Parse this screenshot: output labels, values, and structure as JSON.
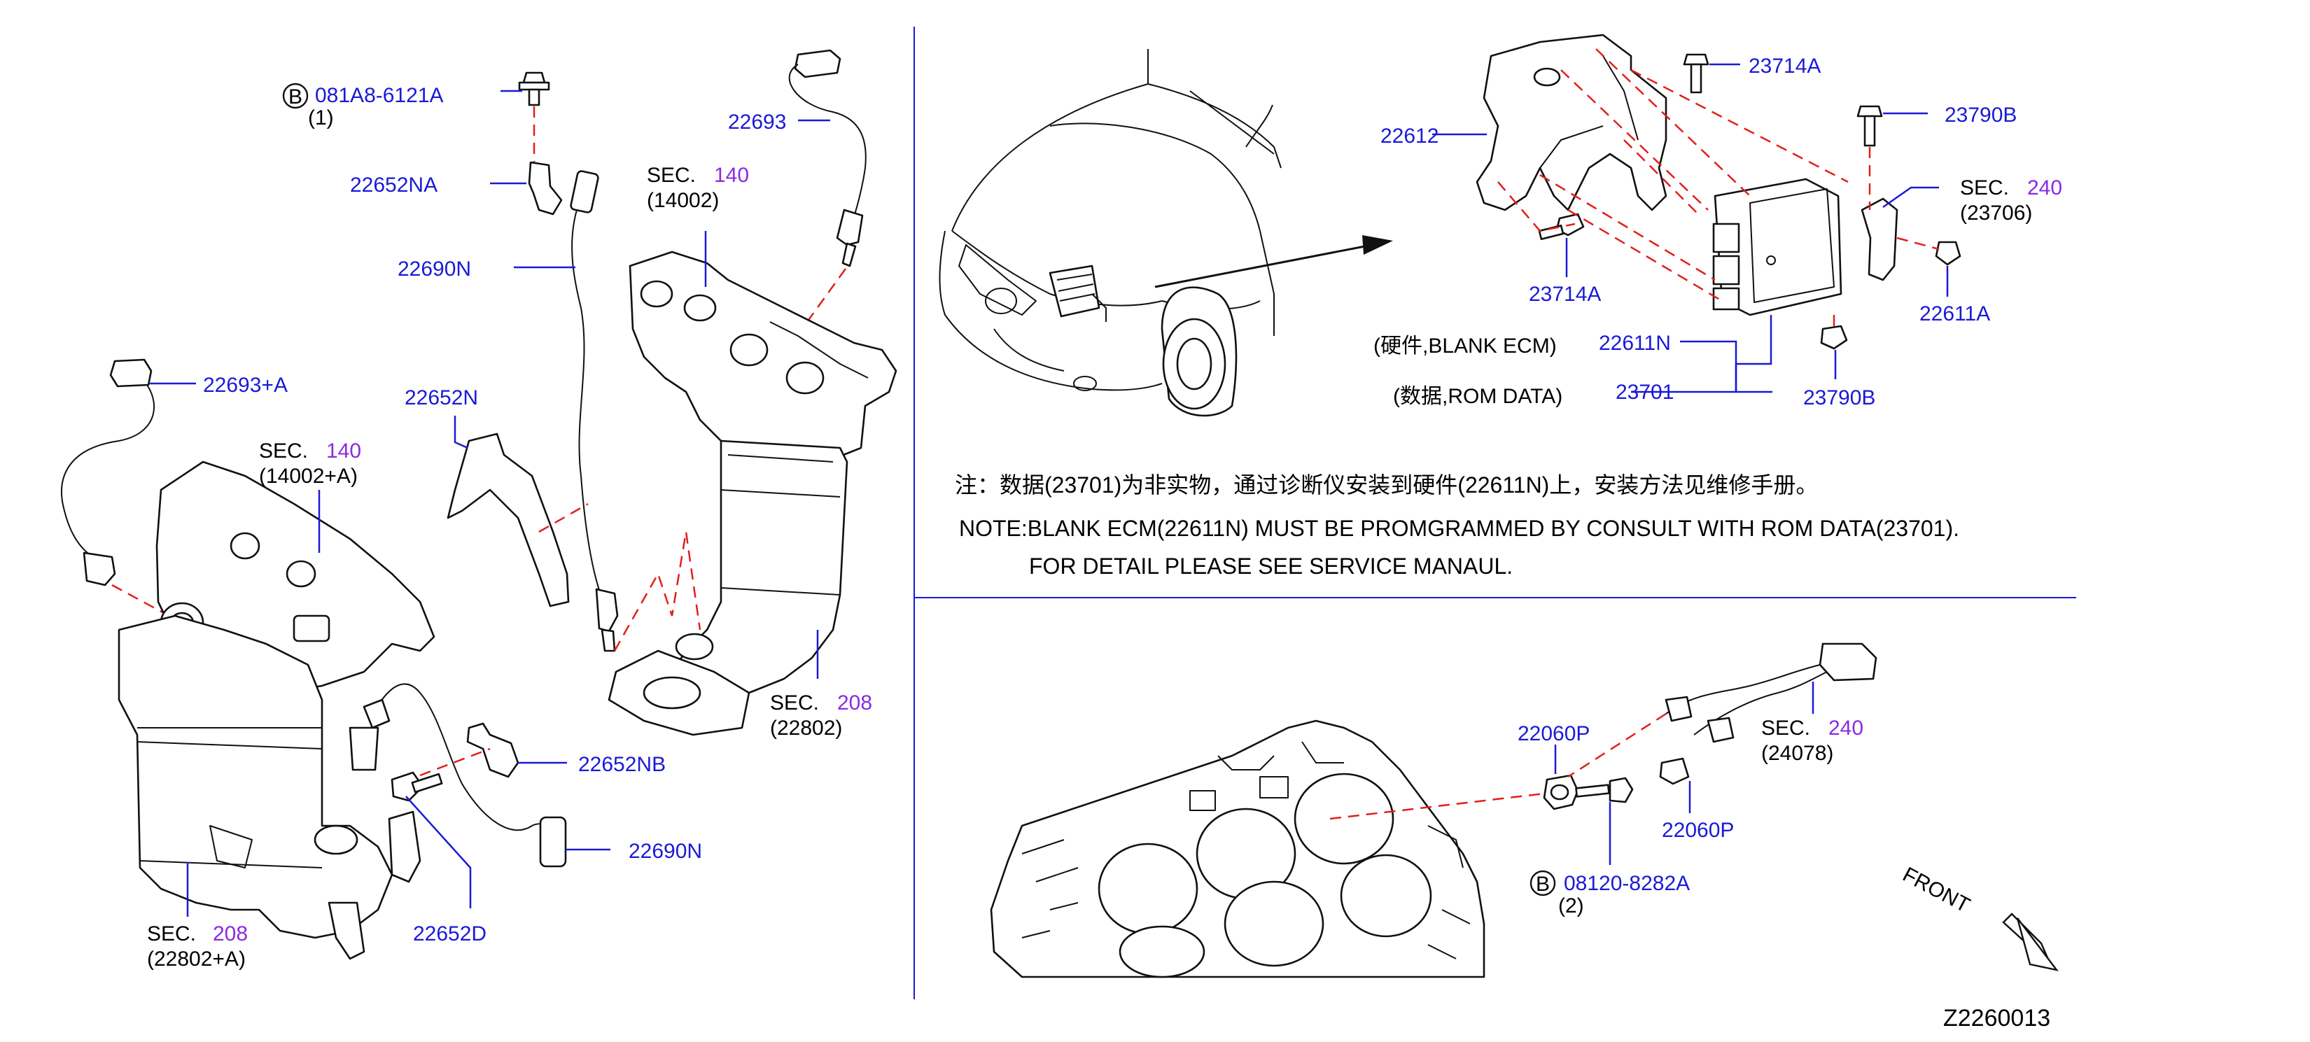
{
  "diagram_id": "Z2260013",
  "circled_letter": "B",
  "labels": {
    "p081A8": "081A8-6121A",
    "p081A8_qty": "(1)",
    "p22693": "22693",
    "p22652NA": "22652NA",
    "p22690N_a": "22690N",
    "p22652N": "22652N",
    "p22693A": "22693+A",
    "p22652NB": "22652NB",
    "p22690N_b": "22690N",
    "p22652D": "22652D",
    "p22612": "22612",
    "p23714A_a": "23714A",
    "p23714A_b": "23714A",
    "p23790B_a": "23790B",
    "p23790B_b": "23790B",
    "p22611A": "22611A",
    "p22611N": "22611N",
    "p23701": "23701",
    "p22060P_a": "22060P",
    "p22060P_b": "22060P",
    "p08120": "08120-8282A",
    "p08120_qty": "(2)"
  },
  "sections": {
    "sec_prefix": "SEC.",
    "s1_num": "140",
    "s1_ref": "(14002)",
    "s2_num": "140",
    "s2_ref": "(14002+A)",
    "s3_num": "208",
    "s3_ref": "(22802)",
    "s4_num": "208",
    "s4_ref": "(22802+A)",
    "s5_num": "240",
    "s5_ref": "(23706)",
    "s6_num": "240",
    "s6_ref": "(24078)"
  },
  "ecm_text": {
    "hardware": "(硬件,BLANK   ECM)",
    "data": "(数据,ROM   DATA)"
  },
  "notes": {
    "chinese": "注：数据(23701)为非实物，通过诊断仪安装到硬件(22611N)上，安装方法见维修手册。",
    "english_1": "NOTE:BLANK  ECM(22611N)  MUST  BE  PROMGRAMMED  BY  CONSULT  WITH  ROM  DATA(23701).",
    "english_2": "FOR  DETAIL  PLEASE  SEE  SERVICE  MANAUL."
  },
  "front_label": "FRONT",
  "colors": {
    "part_number": "#1a1ad6",
    "section_number": "#8a2be2",
    "dashed_line": "#e0201c"
  },
  "icons": [
    "circle-b-icon",
    "arrow-front-icon"
  ]
}
